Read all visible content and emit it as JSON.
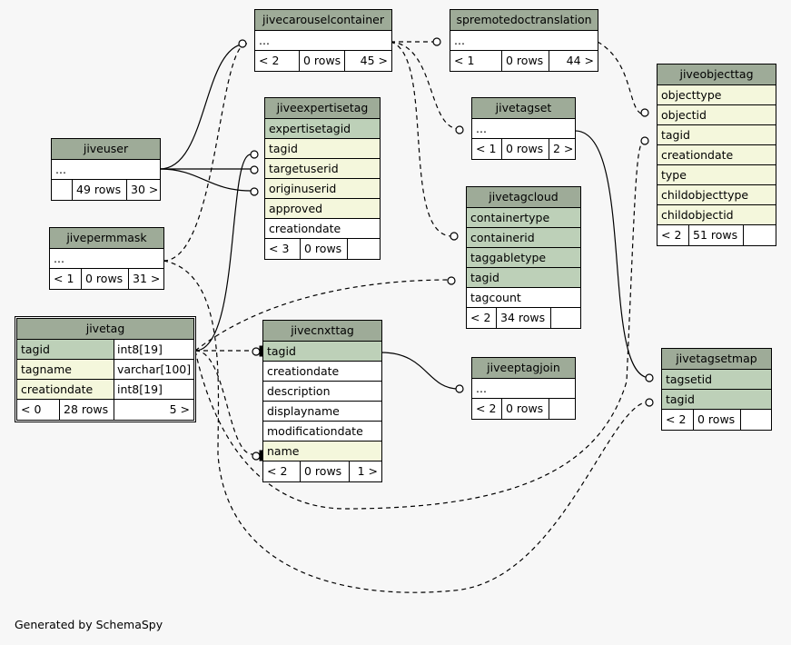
{
  "credit": "Generated by SchemaSpy",
  "tables": {
    "jivecarouselcontainer": {
      "title": "jivecarouselcontainer",
      "rows": [
        "..."
      ],
      "foot": [
        "< 2",
        "0 rows",
        "45 >"
      ]
    },
    "spremotedoctranslation": {
      "title": "spremotedoctranslation",
      "rows": [
        "..."
      ],
      "foot": [
        "< 1",
        "0 rows",
        "44 >"
      ]
    },
    "jiveobjecttag": {
      "title": "jiveobjecttag",
      "rows": [
        "objecttype",
        "objectid",
        "tagid",
        "creationdate",
        "type",
        "childobjecttype",
        "childobjectid"
      ],
      "foot": [
        "< 2",
        "51 rows",
        ""
      ]
    },
    "jivetagset": {
      "title": "jivetagset",
      "rows": [
        "..."
      ],
      "foot": [
        "< 1",
        "0 rows",
        "2 >"
      ]
    },
    "jiveexpertisetag": {
      "title": "jiveexpertisetag",
      "rows": [
        "expertisetagid",
        "tagid",
        "targetuserid",
        "originuserid",
        "approved",
        "creationdate"
      ],
      "foot": [
        "< 3",
        "0 rows",
        ""
      ]
    },
    "jiveuser": {
      "title": "jiveuser",
      "rows": [
        "..."
      ],
      "foot": [
        "",
        "49 rows",
        "30 >"
      ]
    },
    "jivepermmask": {
      "title": "jivepermmask",
      "rows": [
        "..."
      ],
      "foot": [
        "< 1",
        "0 rows",
        "31 >"
      ]
    },
    "jivetagcloud": {
      "title": "jivetagcloud",
      "rows": [
        "containertype",
        "containerid",
        "taggabletype",
        "tagid",
        "tagcount"
      ],
      "foot": [
        "< 2",
        "34 rows",
        ""
      ]
    },
    "jivetag": {
      "title": "jivetag",
      "rows": [
        "tagid",
        "tagname",
        "creationdate"
      ],
      "types": [
        "int8[19]",
        "varchar[100]",
        "int8[19]"
      ],
      "foot": [
        "< 0",
        "28 rows",
        "5 >"
      ]
    },
    "jivecnxttag": {
      "title": "jivecnxttag",
      "rows": [
        "tagid",
        "creationdate",
        "description",
        "displayname",
        "modificationdate",
        "name"
      ],
      "foot": [
        "< 2",
        "0 rows",
        "1 >"
      ]
    },
    "jiveeptagjoin": {
      "title": "jiveeptagjoin",
      "rows": [
        "..."
      ],
      "foot": [
        "< 2",
        "0 rows",
        ""
      ]
    },
    "jivetagsetmap": {
      "title": "jivetagsetmap",
      "rows": [
        "tagsetid",
        "tagid"
      ],
      "foot": [
        "< 2",
        "0 rows",
        ""
      ]
    }
  }
}
